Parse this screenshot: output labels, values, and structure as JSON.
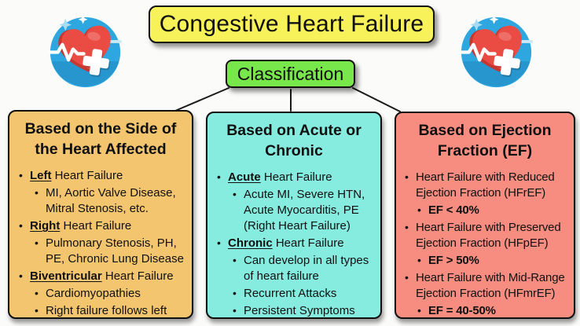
{
  "header": {
    "title": "Congestive Heart Failure",
    "classification_label": "Classification",
    "title_bg": "#F7F15A",
    "classification_bg": "#77E74B"
  },
  "icons": {
    "left": "heart-health-icon",
    "right": "heart-health-icon",
    "circle_color": "#2EA7E0",
    "heart_color": "#EA4B42",
    "heart_shade_color": "#C6382F",
    "cross_color": "#FFFFFF",
    "ekg_left_color": "#FFFFFF",
    "ekg_right_color": "#C8EAFA",
    "sparkle_color": "#A8DCF5"
  },
  "connector_color": "#1a1a1a",
  "boxes": [
    {
      "title": "Based on the Side of the Heart Affected",
      "bg": "#F3C56F",
      "items": [
        {
          "keyword": "Left",
          "rest": " Heart Failure",
          "subs": [
            "MI, Aortic Valve Disease, Mitral Stenosis, etc."
          ]
        },
        {
          "keyword": "Right",
          "rest": " Heart Failure",
          "subs": [
            "Pulmonary Stenosis, PH, PE, Chronic Lung Disease"
          ]
        },
        {
          "keyword": "Biventricular",
          "rest": " Heart Failure",
          "subs": [
            "Cardiomyopathies",
            "Right failure follows left"
          ]
        }
      ]
    },
    {
      "title": "Based on Acute or Chronic",
      "bg": "#86ECDF",
      "items": [
        {
          "keyword": "Acute",
          "rest": " Heart Failure",
          "subs": [
            "Acute MI, Severe HTN, Acute Myocarditis, PE (Right Heart Failure)"
          ]
        },
        {
          "keyword": "Chronic",
          "rest": " Heart Failure",
          "subs": [
            "Can develop in all types of heart failure",
            "Recurrent Attacks",
            "Persistent Symptoms"
          ]
        }
      ]
    },
    {
      "title": "Based on Ejection Fraction (EF)",
      "bg": "#F68D80",
      "items": [
        {
          "text": "Heart Failure with Reduced Ejection Fraction (HFrEF)",
          "subs": [
            "EF < 40%"
          ]
        },
        {
          "text": "Heart Failure with Preserved Ejection Fraction (HFpEF)",
          "subs": [
            "EF > 50%"
          ]
        },
        {
          "text": "Heart Failure with Mid-Range Ejection Fraction (HFmrEF)",
          "subs": [
            "EF = 40-50%"
          ]
        }
      ]
    }
  ]
}
